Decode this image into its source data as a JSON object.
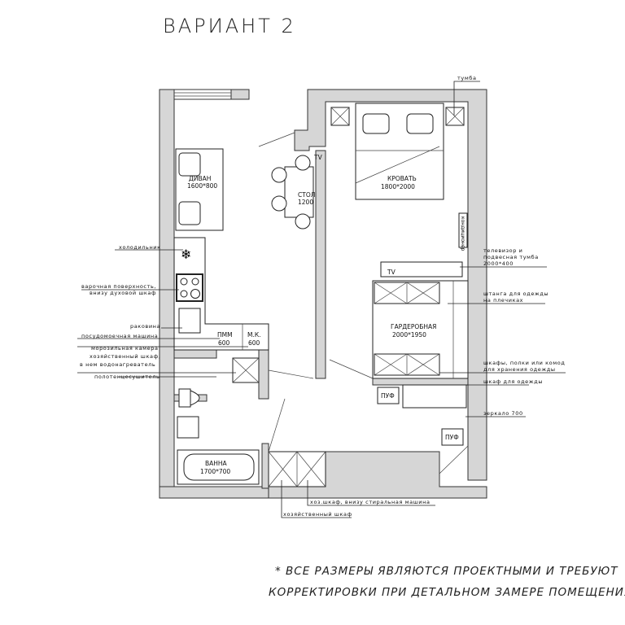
{
  "title": "ВАРИАНТ 2",
  "rooms": {
    "sofa": "ДИВАН",
    "sofa_size": "1600*800",
    "table": "СТОЛ",
    "table_size": "1200",
    "tv_small": "TV",
    "bed": "КРОВАТЬ",
    "bed_size": "1800*2000",
    "wardrobe": "ГАРДЕРОБНАЯ",
    "wardrobe_size": "2000*1950",
    "tv_bedroom": "TV",
    "ac": "кондиционер",
    "dishwasher": "ПММ",
    "dishwasher_size": "600",
    "freezer": "М.К.",
    "freezer_size": "600",
    "pouf1": "ПУФ",
    "pouf2": "ПУФ",
    "bath": "ВАННА",
    "bath_size": "1700*700"
  },
  "left_labels": [
    "холодильник",
    "варочная поверхность,",
    "внизу духовой шкаф",
    "раковина",
    "посудомоечная машина",
    "морозильная камера",
    "хозяйственный шкаф,",
    "в нем водонагреватель",
    "полотенцесушитель"
  ],
  "right_labels": [
    "тумба",
    "телевизор и",
    "подвесная тумба",
    "2000*400",
    "штанга для одежды",
    "на плечиках",
    "шкафы, полки или комод",
    "для хранения одежды",
    "шкаф для одежды",
    "зеркало 700"
  ],
  "bottom_labels": [
    "хоз.шкаф, внизу стиральная машина",
    "хозяйственный шкаф"
  ],
  "note": [
    "* ВСЕ РАЗМЕРЫ ЯВЛЯЮТСЯ ПРОЕКТНЫМИ И ТРЕБУЮТ",
    "КОРРЕКТИРОВКИ ПРИ ДЕТАЛЬНОМ ЗАМЕРЕ ПОМЕЩЕНИЯ."
  ]
}
